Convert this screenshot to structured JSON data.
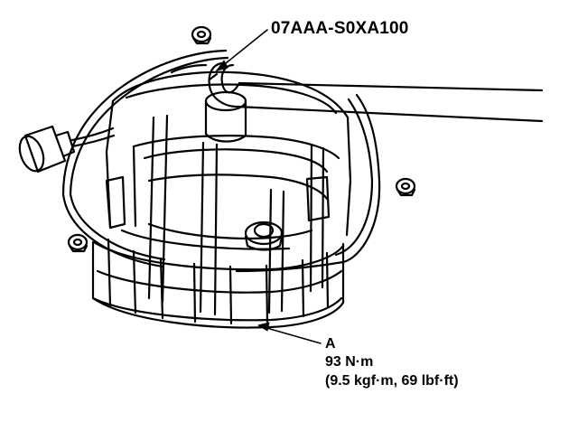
{
  "labels": {
    "tool": "07AAA-S0XA100",
    "part": "A",
    "torque_nm": "93 N·m",
    "torque_alt": "(9.5 kgf·m, 69 lbf·ft)"
  },
  "colors": {
    "ink": "#000000",
    "paper": "#ffffff"
  }
}
